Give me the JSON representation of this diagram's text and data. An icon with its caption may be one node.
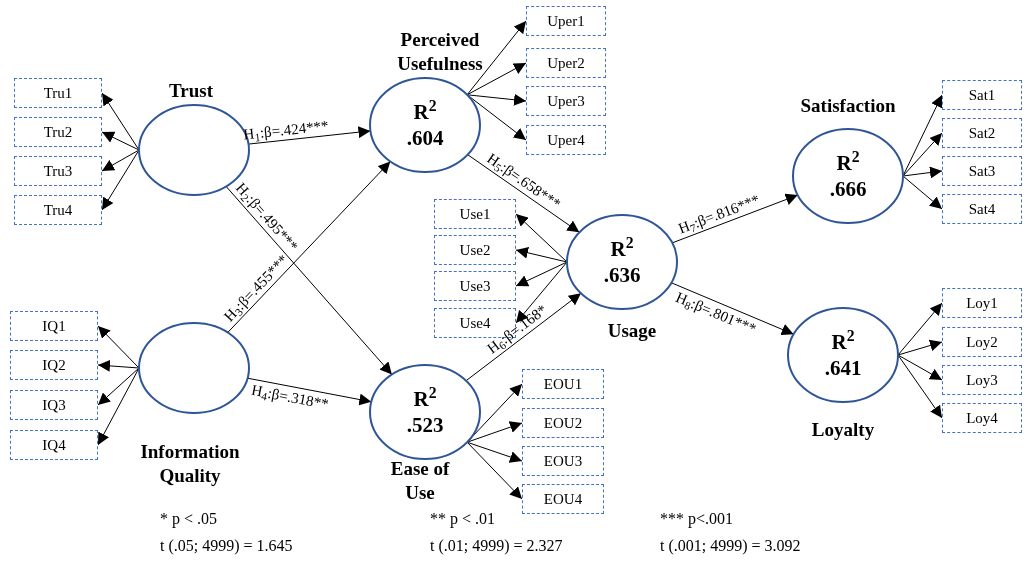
{
  "diagram": {
    "nodes": [
      {
        "text": [
          "Tru1"
        ]
      },
      {
        "text": [
          "Tru2"
        ]
      },
      {
        "text": [
          "Tru3"
        ]
      },
      {
        "text": [
          "Tru4"
        ]
      },
      {
        "text": [
          "Trust"
        ]
      },
      {
        "text": [
          "IQ1"
        ]
      },
      {
        "text": [
          "IQ2"
        ]
      },
      {
        "text": [
          "IQ3"
        ]
      },
      {
        "text": [
          "IQ4"
        ]
      },
      {
        "text": [
          "Information Quality"
        ]
      },
      {
        "text": [
          "Perceived Usefulness",
          "R$^{2}$ .604"
        ]
      },
      {
        "text": [
          "Uper1"
        ]
      },
      {
        "text": [
          "Uper2"
        ]
      },
      {
        "text": [
          "Uper3"
        ]
      },
      {
        "text": [
          "Uper4"
        ]
      },
      {
        "text": [
          "Use1"
        ]
      },
      {
        "text": [
          "Use2"
        ]
      },
      {
        "text": [
          "Use3"
        ]
      },
      {
        "text": [
          "Use4"
        ]
      },
      {
        "text": [
          "R$^{2}$ .523",
          "Ease of Use"
        ]
      },
      {
        "text": [
          "EOU1"
        ]
      },
      {
        "text": [
          "EOU2"
        ]
      },
      {
        "text": [
          "EOU3"
        ]
      },
      {
        "text": [
          "EOU4"
        ]
      },
      {
        "text": [
          "R$^{2}$ .636",
          "Usage"
        ]
      },
      {
        "text": [
          "Satisfaction",
          "R$^{2}$ .666"
        ]
      },
      {
        "text": [
          "Sat1"
        ]
      },
      {
        "text": [
          "Sat2"
        ]
      },
      {
        "text": [
          "Sat3"
        ]
      },
      {
        "text": [
          "Sat4"
        ]
      },
      {
        "text": [
          "R$^{2}$ .641",
          "Loyalty"
        ]
      },
      {
        "text": [
          "Loy1"
        ]
      },
      {
        "text": [
          "Loy2"
        ]
      },
      {
        "text": [
          "Loy3"
        ]
      },
      {
        "text": [
          "Loy4"
        ]
      }
    ],
    "edges": [
      {
        "from": 4,
        "to": 0,
        "arrow": "to"
      },
      {
        "from": 4,
        "to": 1,
        "arrow": "to"
      },
      {
        "from": 4,
        "to": 2,
        "arrow": "to"
      },
      {
        "from": 4,
        "to": 3,
        "arrow": "to"
      },
      {
        "from": 9,
        "to": 5,
        "arrow": "to"
      },
      {
        "from": 9,
        "to": 6,
        "arrow": "to"
      },
      {
        "from": 9,
        "to": 7,
        "arrow": "to"
      },
      {
        "from": 9,
        "to": 8,
        "arrow": "to"
      },
      {
        "from": 10,
        "to": 11,
        "arrow": "to"
      },
      {
        "from": 10,
        "to": 12,
        "arrow": "to"
      },
      {
        "from": 10,
        "to": 13,
        "arrow": "to"
      },
      {
        "from": 10,
        "to": 14,
        "arrow": "to"
      },
      {
        "from": 24,
        "to": 15,
        "arrow": "to"
      },
      {
        "from": 24,
        "to": 16,
        "arrow": "to"
      },
      {
        "from": 24,
        "to": 17,
        "arrow": "to"
      },
      {
        "from": 24,
        "to": 18,
        "arrow": "to"
      },
      {
        "from": 19,
        "to": 20,
        "arrow": "to"
      },
      {
        "from": 19,
        "to": 21,
        "arrow": "to"
      },
      {
        "from": 19,
        "to": 22,
        "arrow": "to"
      },
      {
        "from": 19,
        "to": 23,
        "arrow": "to"
      },
      {
        "from": 25,
        "to": 26,
        "arrow": "to"
      },
      {
        "from": 25,
        "to": 27,
        "arrow": "to"
      },
      {
        "from": 25,
        "to": 28,
        "arrow": "to"
      },
      {
        "from": 25,
        "to": 29,
        "arrow": "to"
      },
      {
        "from": 30,
        "to": 31,
        "arrow": "to"
      },
      {
        "from": 30,
        "to": 32,
        "arrow": "to"
      },
      {
        "from": 30,
        "to": 33,
        "arrow": "to"
      },
      {
        "from": 30,
        "to": 34,
        "arrow": "to"
      },
      {
        "from": 4,
        "to": 10,
        "arrow": "to",
        "label": "H$_{1}$:β=.424***"
      },
      {
        "from": 4,
        "to": 19,
        "arrow": "to",
        "label": "H$_{2}$:β=.495***"
      },
      {
        "from": 9,
        "to": 10,
        "arrow": "to",
        "label": "H$_{3}$:β=.455***"
      },
      {
        "from": 9,
        "to": 19,
        "arrow": "to",
        "label": "H$_{4}$:β=.318**"
      },
      {
        "from": 10,
        "to": 24,
        "arrow": "to",
        "label": "H$_{5}$:β=.658***"
      },
      {
        "from": 19,
        "to": 24,
        "arrow": "to",
        "label": "H$_{6}$:β=.168*"
      },
      {
        "from": 24,
        "to": 25,
        "arrow": "to",
        "label": "H$_{7}$:β=.816***"
      },
      {
        "from": 24,
        "to": 30,
        "arrow": "to",
        "label": "H$_{8}$:β=.801***"
      }
    ],
    "labels": [
      "* p < .05",
      "t (.05; 4999) = 1.645",
      "** p < .01",
      "t (.01; 4999) = 2.327",
      "*** p<.001",
      "t (.001; 4999) = 3.092"
    ]
  }
}
